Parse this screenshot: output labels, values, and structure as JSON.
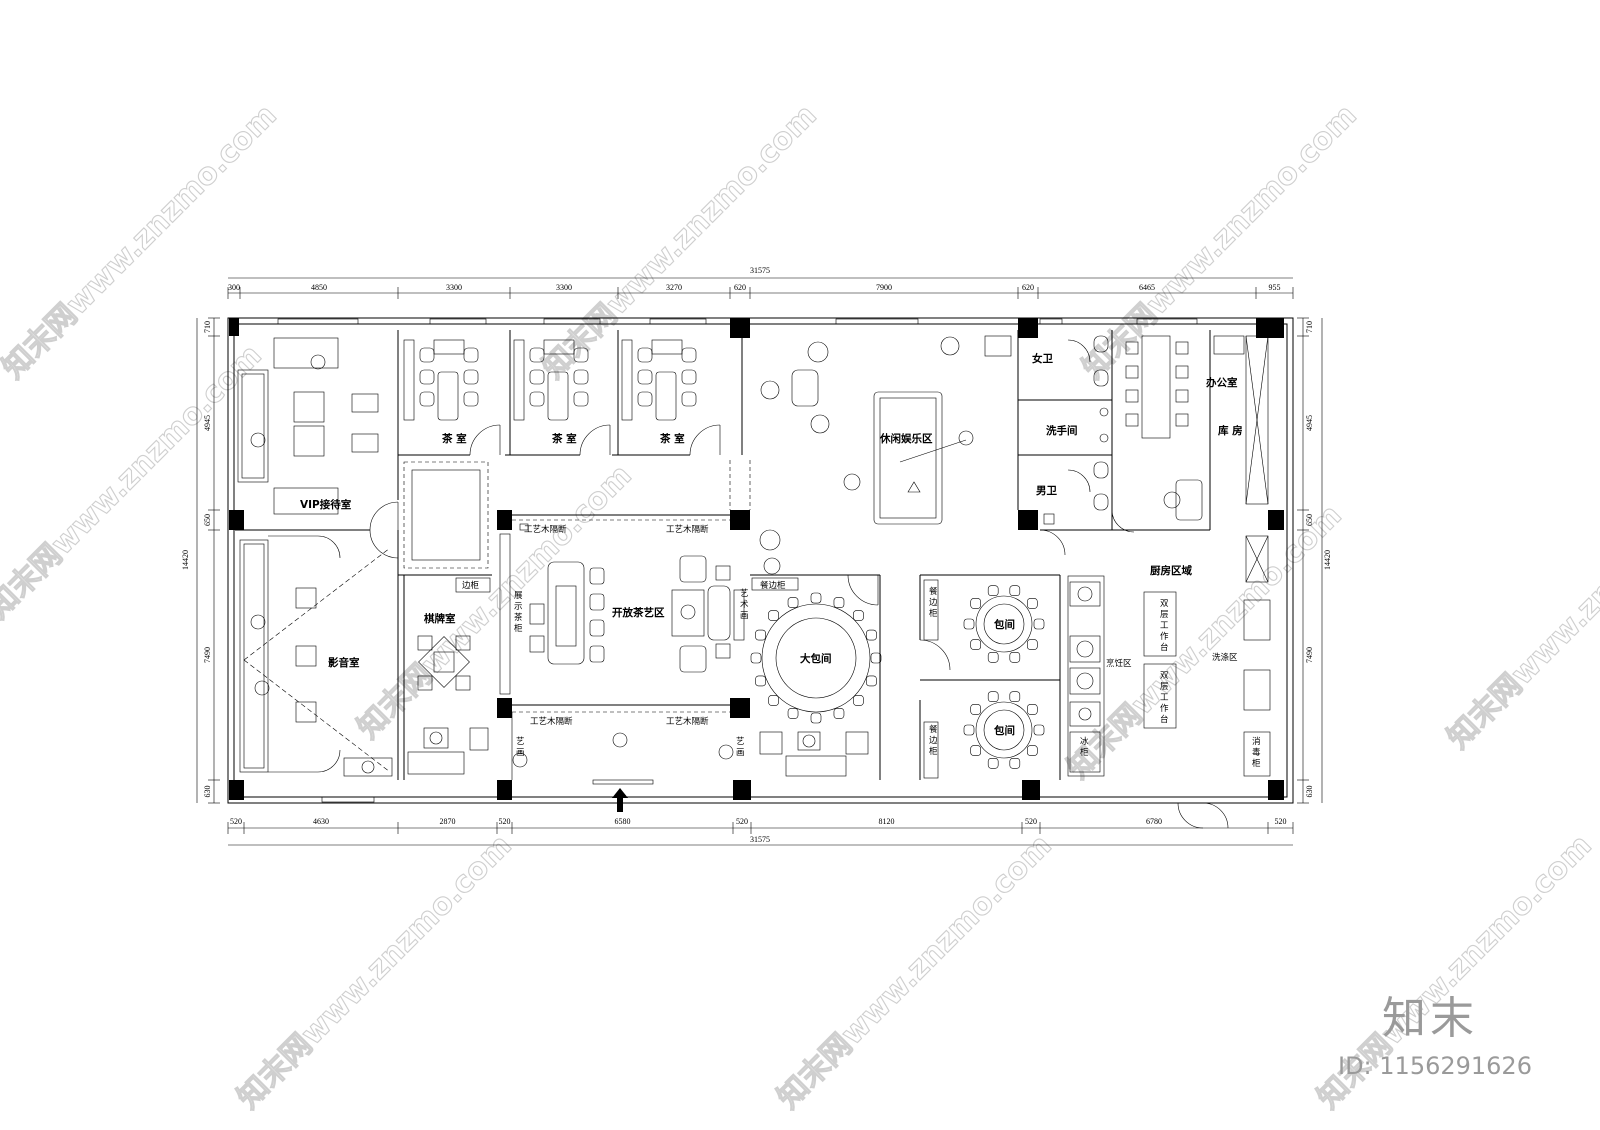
{
  "total_dimension": "31575",
  "top_dims": [
    "300",
    "4850",
    "3300",
    "3300",
    "3270",
    "620",
    "7900",
    "620",
    "6465",
    "955"
  ],
  "bottom_dims": [
    "520",
    "4630",
    "2870",
    "520",
    "6580",
    "520",
    "8120",
    "520",
    "6780",
    "520"
  ],
  "left_dims": [
    "710",
    "4945",
    "650",
    "7490",
    "630"
  ],
  "right_dims": [
    "710",
    "4945",
    "650",
    "7490",
    "630"
  ],
  "overall_height": "14420",
  "rooms": {
    "vip": "VIP接待室",
    "tea1": "茶 室",
    "tea2": "茶 室",
    "tea3": "茶 室",
    "leisure": "休闲娱乐区",
    "female_wc": "女卫",
    "washroom": "洗手间",
    "male_wc": "男卫",
    "office": "办公室",
    "storage": "库 房",
    "cinema": "影音室",
    "chess": "棋牌室",
    "open_tea": "开放茶艺区",
    "big_private": "大包间",
    "private1": "包间",
    "private2": "包间",
    "kitchen": "厨房区域"
  },
  "notes": {
    "partition_tl": "工艺木隔断",
    "partition_tr": "工艺木隔断",
    "partition_bl": "工艺木隔断",
    "partition_br": "工艺木隔断",
    "side_cabinet": "边柜",
    "display_cabinet": "展示茶柜",
    "dining_cabinet": "餐边柜",
    "dining_cabinet_v1": "餐边柜",
    "dining_cabinet_v2": "餐边柜",
    "art_v": "艺术画",
    "art_l": "艺画",
    "art_r": "艺画",
    "double_bench1": "双层工作台",
    "double_bench2": "双层工作台",
    "cooking": "烹饪区",
    "washing": "洗涤区",
    "fridge": "冰柜",
    "disinfect": "消毒柜"
  },
  "watermark": "知末网www.znzmo.com",
  "brand": "知末",
  "image_id": "ID: 1156291626"
}
